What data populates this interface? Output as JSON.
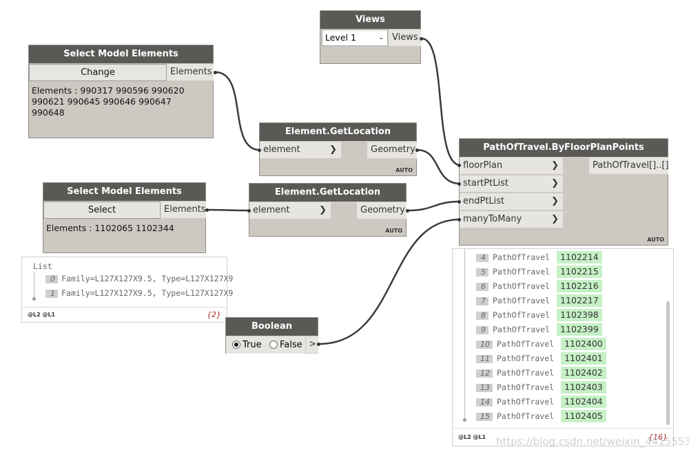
{
  "views_node": {
    "title": "Views",
    "selected": "Level 1",
    "output": "Views"
  },
  "select_node_1": {
    "title": "Select Model Elements",
    "button": "Change",
    "output": "Elements",
    "info": "Elements : 990317 990596 990620\n990621 990645 990646 990647\n990648"
  },
  "getloc_node_1": {
    "title": "Element.GetLocation",
    "input": "element",
    "output": "Geometry",
    "lacing": "AUTO"
  },
  "select_node_2": {
    "title": "Select Model Elements",
    "button": "Select",
    "output": "Elements",
    "info": "Elements : 1102065 1102344"
  },
  "getloc_node_2": {
    "title": "Element.GetLocation",
    "input": "element",
    "output": "Geometry",
    "lacing": "AUTO"
  },
  "path_node": {
    "title": "PathOfTravel.ByFloorPlanPoints",
    "inputs": [
      "floorPlan",
      "startPtList",
      "endPtList",
      "manyToMany"
    ],
    "output": "PathOfTravel[]..[]",
    "lacing": "AUTO"
  },
  "list_watch": {
    "header": "List",
    "items": [
      {
        "index": "0",
        "text": "Family=L127X127X9.5, Type=L127X127X9"
      },
      {
        "index": "1",
        "text": "Family=L127X127X9.5, Type=L127X127X9"
      }
    ],
    "levels": "@L2 @L1",
    "count": "{2}"
  },
  "boolean_node": {
    "title": "Boolean",
    "true_label": "True",
    "false_label": "False",
    "value": true,
    "output": ">"
  },
  "path_watch": {
    "items": [
      {
        "index": "4",
        "type": "PathOfTravel",
        "value": "1102214"
      },
      {
        "index": "5",
        "type": "PathOfTravel",
        "value": "1102215"
      },
      {
        "index": "6",
        "type": "PathOfTravel",
        "value": "1102216"
      },
      {
        "index": "7",
        "type": "PathOfTravel",
        "value": "1102217"
      },
      {
        "index": "8",
        "type": "PathOfTravel",
        "value": "1102398"
      },
      {
        "index": "9",
        "type": "PathOfTravel",
        "value": "1102399"
      },
      {
        "index": "10",
        "type": "PathOfTravel",
        "value": "1102400"
      },
      {
        "index": "11",
        "type": "PathOfTravel",
        "value": "1102401"
      },
      {
        "index": "12",
        "type": "PathOfTravel",
        "value": "1102402"
      },
      {
        "index": "13",
        "type": "PathOfTravel",
        "value": "1102403"
      },
      {
        "index": "14",
        "type": "PathOfTravel",
        "value": "1102404"
      },
      {
        "index": "15",
        "type": "PathOfTravel",
        "value": "1102405"
      }
    ],
    "levels": "@L2 @L1",
    "count": "{16}"
  },
  "watermark": "https://blog.csdn.net/weixin_4415553"
}
